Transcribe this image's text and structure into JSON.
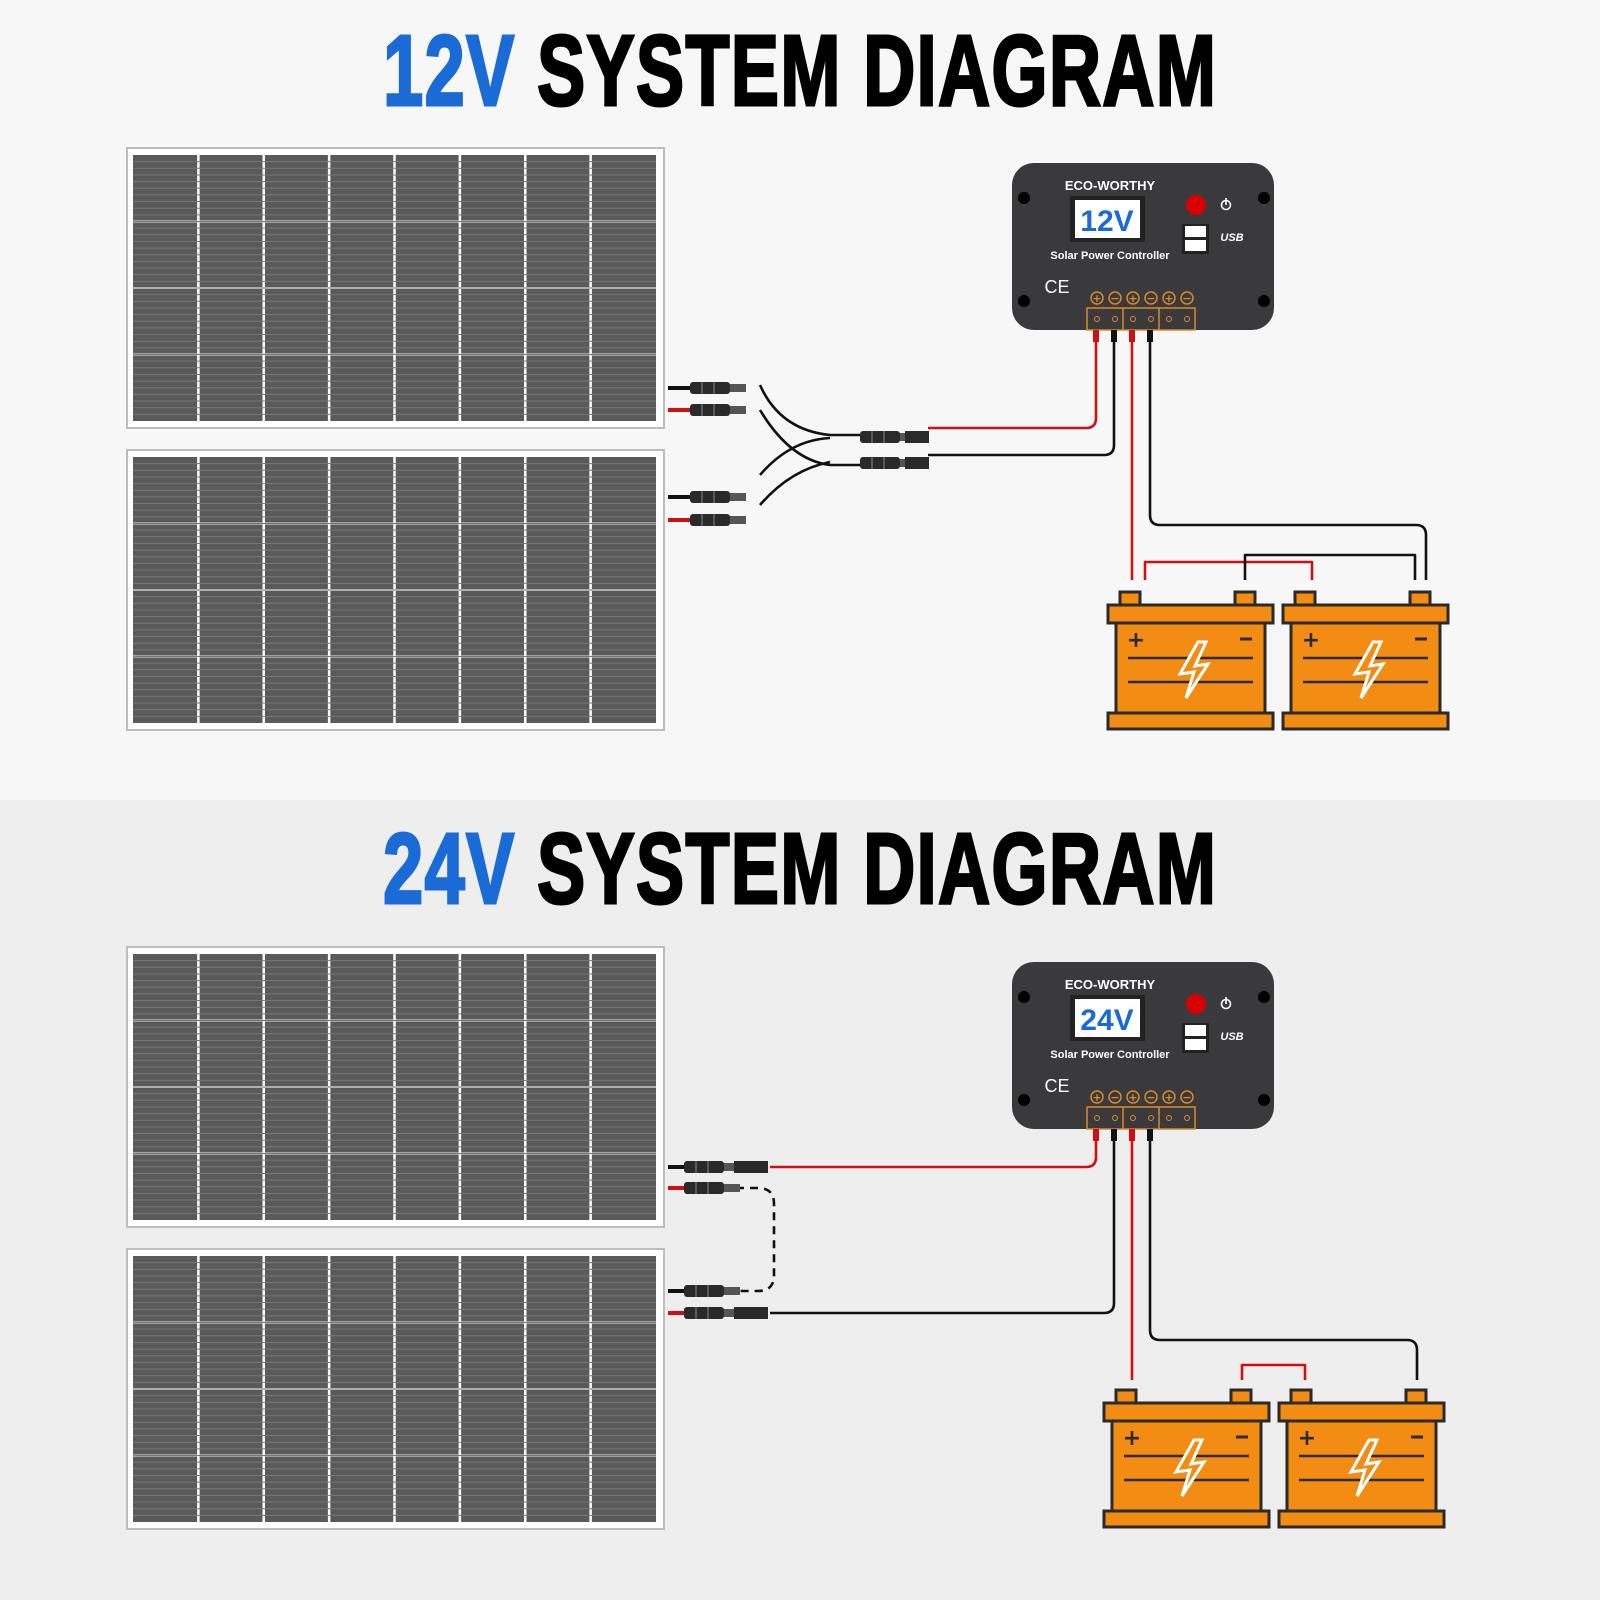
{
  "diagrams": [
    {
      "voltage": "12V",
      "title": "SYSTEM DIAGRAM",
      "controller": {
        "brand": "ECO-WORTHY",
        "display": "12V",
        "label": "Solar Power Controller",
        "ce": "CE",
        "usb": "USB"
      },
      "panel_wiring": "parallel",
      "battery_wiring": "parallel"
    },
    {
      "voltage": "24V",
      "title": "SYSTEM DIAGRAM",
      "controller": {
        "brand": "ECO-WORTHY",
        "display": "24V",
        "label": "Solar Power Controller",
        "ce": "CE",
        "usb": "USB"
      },
      "panel_wiring": "series",
      "battery_wiring": "series"
    }
  ],
  "colors": {
    "accent": "#1a6bd6",
    "positive_wire": "#d01010",
    "negative_wire": "#111111",
    "battery": "#f28c12",
    "controller": "#3a3a3c",
    "panel": "#5a5a5a"
  }
}
